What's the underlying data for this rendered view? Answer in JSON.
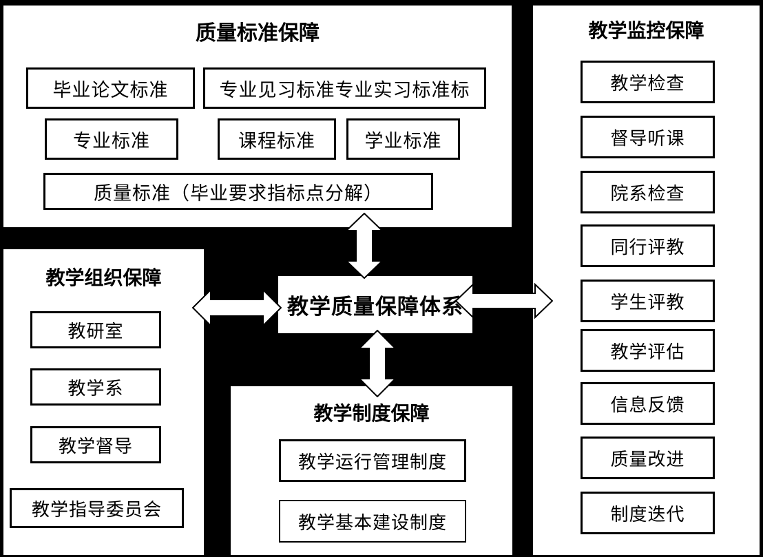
{
  "diagram": {
    "center": {
      "label": "教学质量保障体系"
    },
    "panels": {
      "quality_standard": {
        "title": "质量标准保障",
        "nodes": [
          {
            "label": "毕业论文标准"
          },
          {
            "label": "专业见习标准专业实习标准标"
          },
          {
            "label": "专业标准"
          },
          {
            "label": "课程标准"
          },
          {
            "label": "学业标准"
          },
          {
            "label": "质量标准（毕业要求指标点分解）"
          }
        ]
      },
      "teaching_monitor": {
        "title": "教学监控保障",
        "nodes": [
          {
            "label": "教学检查"
          },
          {
            "label": "督导听课"
          },
          {
            "label": "院系检查"
          },
          {
            "label": "同行评教"
          },
          {
            "label": "学生评教"
          },
          {
            "label": "教学评估"
          },
          {
            "label": "信息反馈"
          },
          {
            "label": "质量改进"
          },
          {
            "label": "制度迭代"
          }
        ]
      },
      "teaching_org": {
        "title": "教学组织保障",
        "nodes": [
          {
            "label": "教研室"
          },
          {
            "label": "教学系"
          },
          {
            "label": "教学督导"
          },
          {
            "label": "教学指导委员会"
          }
        ]
      },
      "teaching_system": {
        "title": "教学制度保障",
        "nodes": [
          {
            "label": "教学运行管理制度"
          },
          {
            "label": "教学基本建设制度"
          }
        ]
      }
    },
    "connectors": [
      {
        "name": "quality-standard-to-center",
        "direction": "vertical-double"
      },
      {
        "name": "teaching-org-to-center",
        "direction": "horizontal-double"
      },
      {
        "name": "center-to-teaching-monitor",
        "direction": "horizontal-double"
      },
      {
        "name": "center-to-teaching-system",
        "direction": "vertical-double"
      }
    ],
    "colors": {
      "background": "#000000",
      "panel": "#ffffff",
      "stroke": "#000000",
      "text": "#000000"
    }
  }
}
